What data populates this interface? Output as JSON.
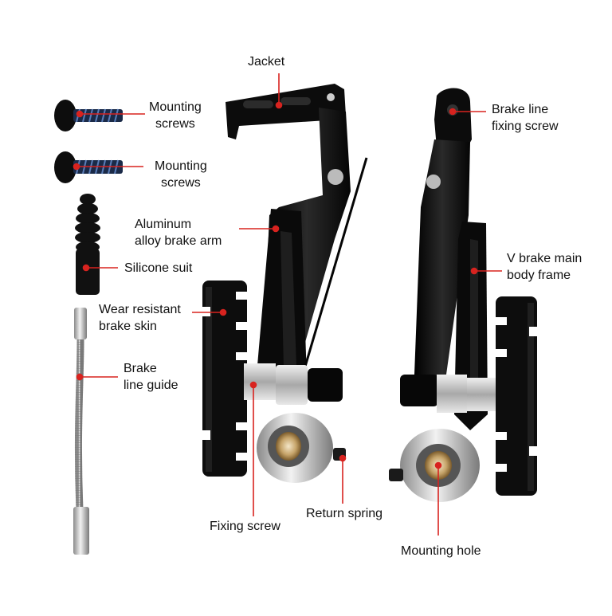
{
  "colors": {
    "background": "#ffffff",
    "leader_line": "#d8231f",
    "part_black": "#151515",
    "part_silver": "#c8c8c8",
    "bolt_thread_blue": "#4a6fa5",
    "pad_brass": "#b8925a"
  },
  "labels": {
    "jacket": "Jacket",
    "mounting_screws_1": [
      "Mounting",
      "screws"
    ],
    "mounting_screws_2": [
      "Mounting",
      "screws"
    ],
    "aluminum_arm": [
      "Aluminum",
      "alloy brake arm"
    ],
    "silicone_suit": "Silicone suit",
    "wear_resistant": [
      "Wear resistant",
      "brake skin"
    ],
    "brake_line_guide": [
      "Brake",
      "line guide"
    ],
    "brake_line_fixing_screw": [
      "Brake line",
      "fixing screw"
    ],
    "v_brake_frame": [
      "V brake main",
      "body frame"
    ],
    "fixing_screw": "Fixing screw",
    "return_spring": "Return spring",
    "mounting_hole": "Mounting hole"
  }
}
